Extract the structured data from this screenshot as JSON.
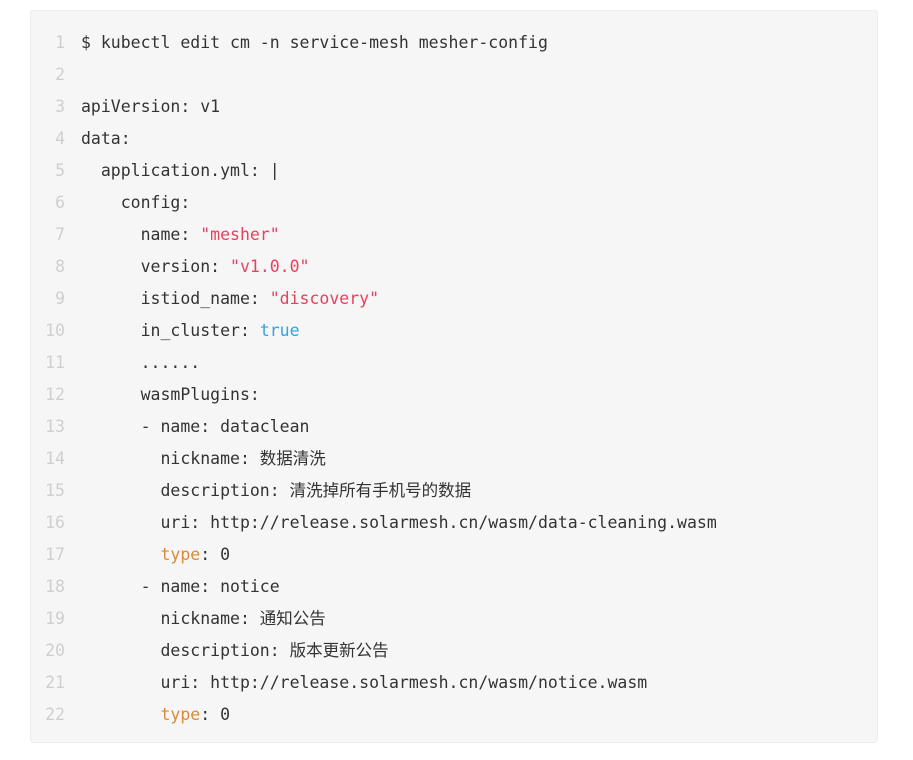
{
  "code_block": {
    "language": "yaml-shell",
    "background_color": "#f6f6f6",
    "border_color": "#ececec",
    "line_number_color": "#cfcfcf",
    "text_color": "#333333",
    "string_color": "#e8415f",
    "boolean_color": "#2fa3e8",
    "key_color": "#d98b3a",
    "lines": [
      {
        "number": "1",
        "text": "$ kubectl edit cm -n service-mesh mesher-config"
      },
      {
        "number": "2",
        "text": ""
      },
      {
        "number": "3",
        "text": "apiVersion: v1"
      },
      {
        "number": "4",
        "text": "data:"
      },
      {
        "number": "5",
        "text": "  application.yml: |"
      },
      {
        "number": "6",
        "text": "    config:"
      },
      {
        "number": "7",
        "prefix": "      name: ",
        "token": "\"mesher\"",
        "token_type": "string",
        "suffix": ""
      },
      {
        "number": "8",
        "prefix": "      version: ",
        "token": "\"v1.0.0\"",
        "token_type": "string",
        "suffix": ""
      },
      {
        "number": "9",
        "prefix": "      istiod_name: ",
        "token": "\"discovery\"",
        "token_type": "string",
        "suffix": ""
      },
      {
        "number": "10",
        "prefix": "      in_cluster: ",
        "token": "true",
        "token_type": "boolean",
        "suffix": ""
      },
      {
        "number": "11",
        "text": "      ......"
      },
      {
        "number": "12",
        "text": "      wasmPlugins:"
      },
      {
        "number": "13",
        "text": "      - name: dataclean"
      },
      {
        "number": "14",
        "text": "        nickname: 数据清洗"
      },
      {
        "number": "15",
        "text": "        description: 清洗掉所有手机号的数据"
      },
      {
        "number": "16",
        "text": "        uri: http://release.solarmesh.cn/wasm/data-cleaning.wasm"
      },
      {
        "number": "17",
        "prefix": "        ",
        "token": "type",
        "token_type": "key",
        "suffix": ": 0"
      },
      {
        "number": "18",
        "text": "      - name: notice"
      },
      {
        "number": "19",
        "text": "        nickname: 通知公告"
      },
      {
        "number": "20",
        "text": "        description: 版本更新公告"
      },
      {
        "number": "21",
        "text": "        uri: http://release.solarmesh.cn/wasm/notice.wasm"
      },
      {
        "number": "22",
        "prefix": "        ",
        "token": "type",
        "token_type": "key",
        "suffix": ": 0"
      }
    ]
  }
}
